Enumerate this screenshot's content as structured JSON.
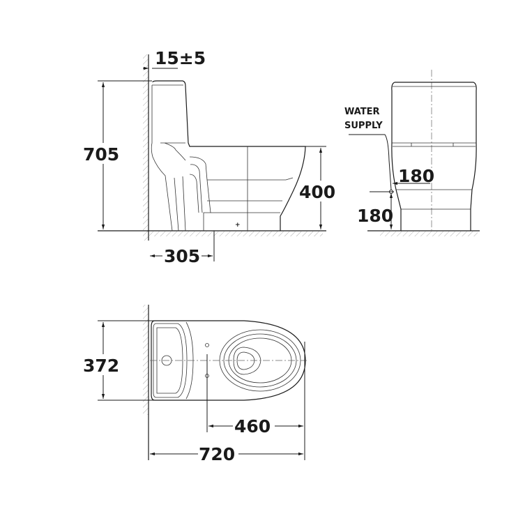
{
  "side_view": {
    "gap": "15±5",
    "height": "705",
    "seat_height": "400",
    "rough_in": "305"
  },
  "front_view": {
    "water_label_1": "WATER",
    "water_label_2": "SUPPLY",
    "supply_offset": "180",
    "supply_height": "180"
  },
  "top_view": {
    "width": "372",
    "bowl_length": "460",
    "total_length": "720"
  }
}
